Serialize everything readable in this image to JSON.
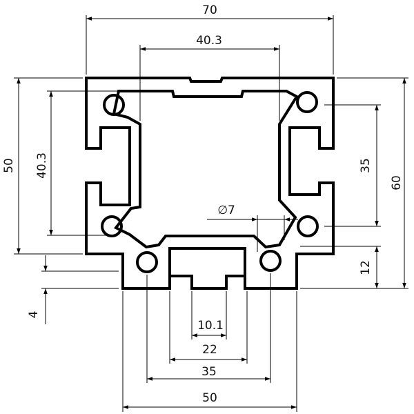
{
  "dimensions": {
    "top_width": "70",
    "inner_width": "40.3",
    "left_height": "50",
    "left_inner_height": "40.3",
    "right_inner_height": "35",
    "right_height": "60",
    "hole_diameter": "∅7",
    "foot_height": "12",
    "bottom_step": "4",
    "slot_width": "10.1",
    "channel_width": "22",
    "hole_spacing": "35",
    "base_width": "50"
  },
  "colors": {
    "line": "#000000",
    "background": "#ffffff"
  }
}
